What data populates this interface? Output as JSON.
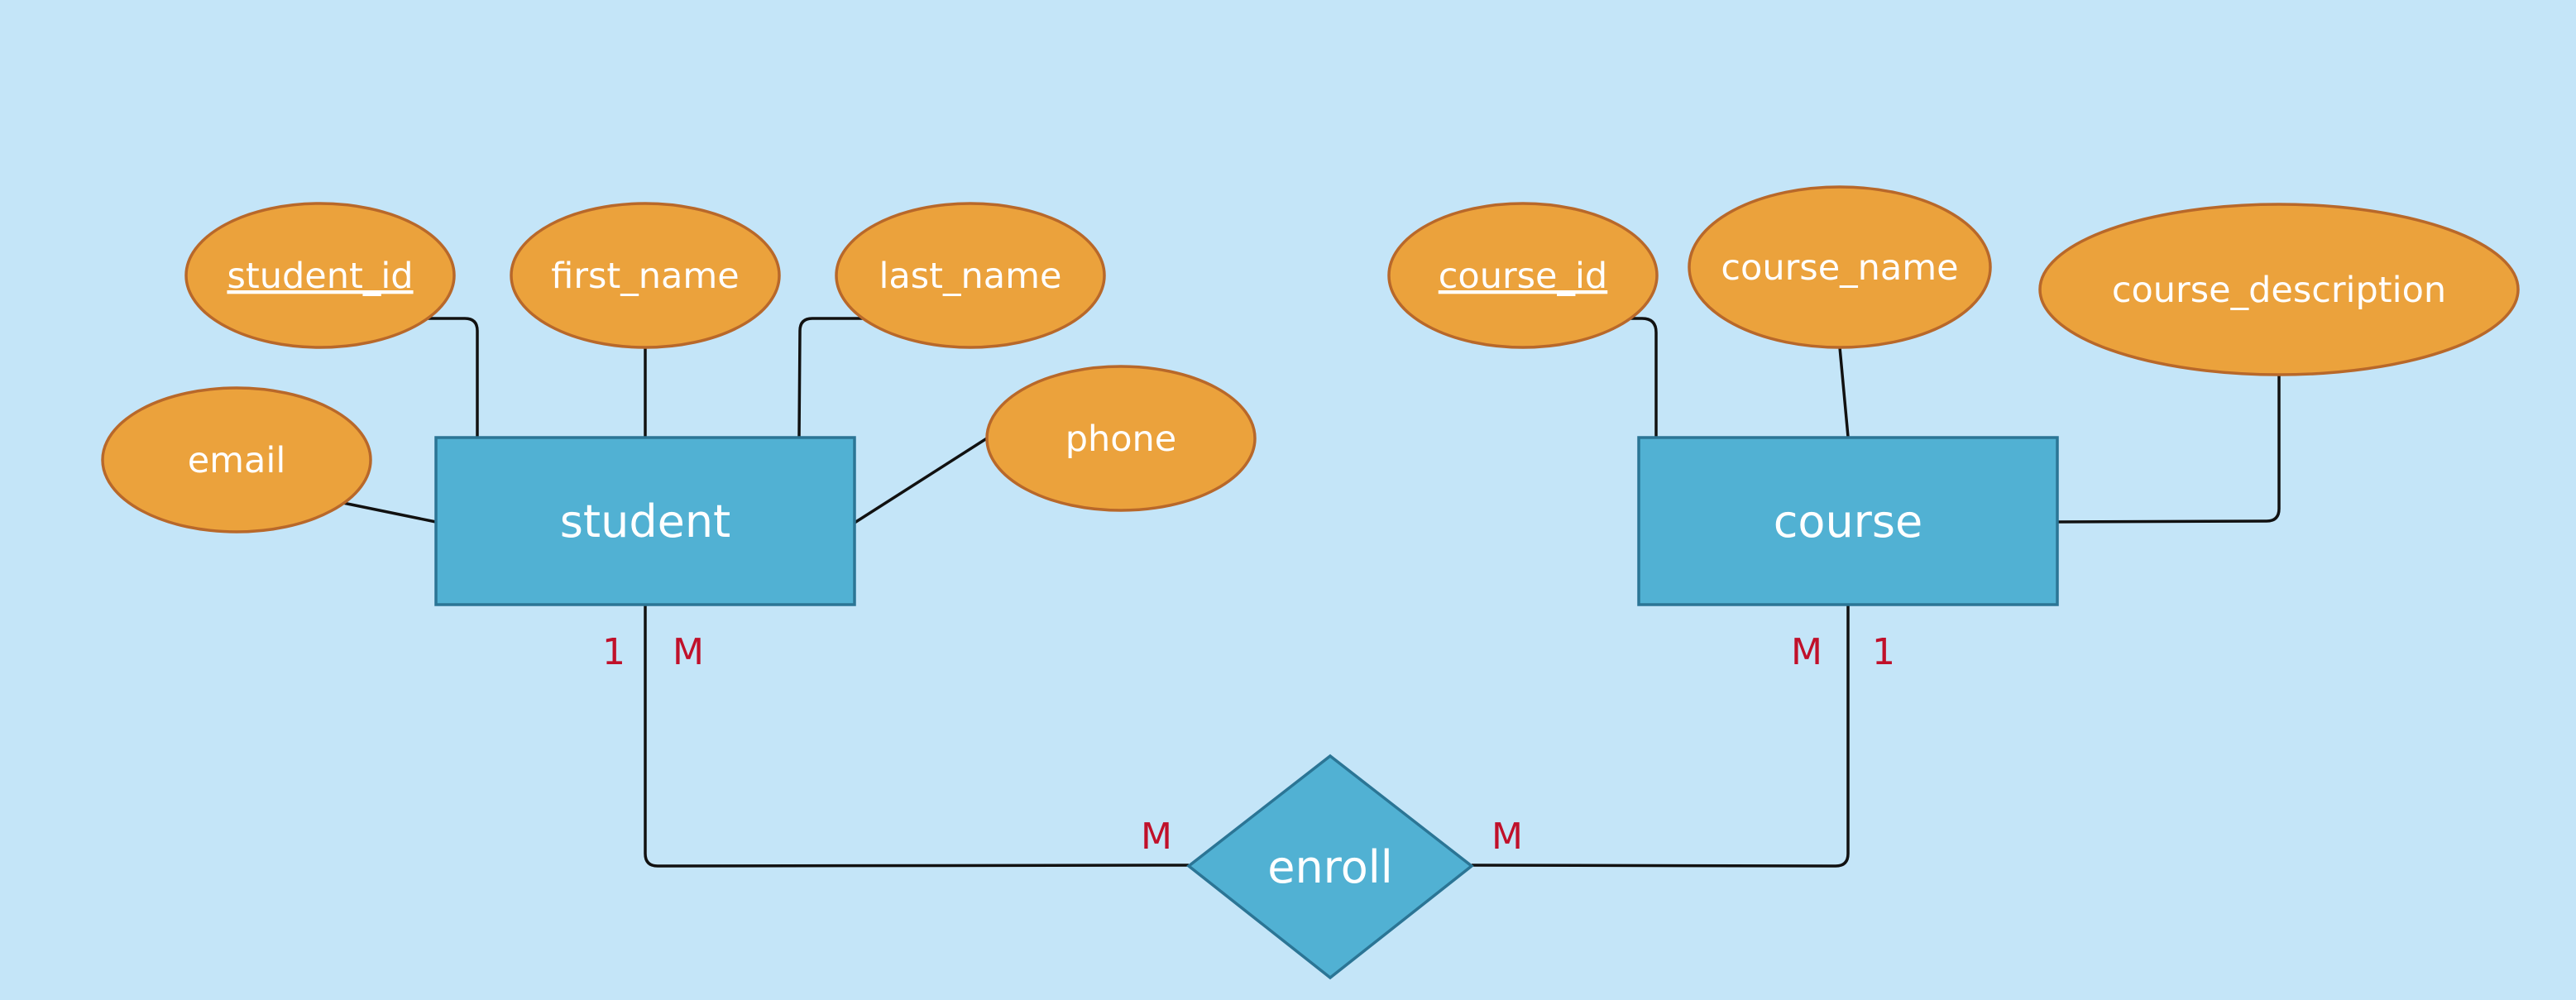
{
  "colors": {
    "background": "#c4e5f8",
    "entity_fill": "#51b1d3",
    "entity_stroke": "#2b7595",
    "attribute_fill": "#eba23c",
    "attribute_stroke": "#b8682a",
    "cardinality_text": "#c0102a"
  },
  "entities": {
    "student": "student",
    "course": "course"
  },
  "relationships": {
    "enroll": "enroll"
  },
  "attributes": {
    "student_id": "student_id",
    "first_name": "first_name",
    "last_name": "last_name",
    "email": "email",
    "phone": "phone",
    "course_id": "course_id",
    "course_name": "course_name",
    "course_description": "course_description"
  },
  "cardinality": {
    "student_one": "1",
    "student_many": "M",
    "course_many": "M",
    "course_one": "1",
    "enroll_left": "M",
    "enroll_right": "M"
  }
}
